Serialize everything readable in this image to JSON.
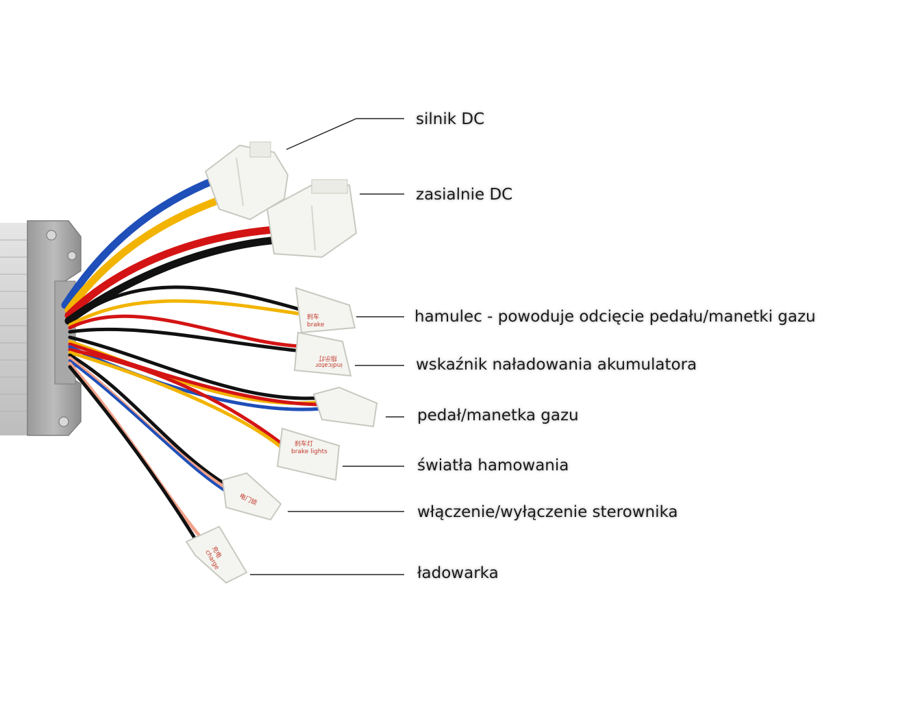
{
  "labels": {
    "motor": "silnik DC",
    "power": "zasialnie DC",
    "brake": "hamulec - powoduje odcięcie pedału/manetki gazu",
    "indicator": "wskaźnik naładowania akumulatora",
    "throttle": "pedał/manetka gazu",
    "brake_lights": "światła hamowania",
    "power_switch": "włączenie/wyłączenie sterownika",
    "charger": "ładowarka"
  },
  "connector_tags": {
    "brake": "brake",
    "brake_cn": "刹车",
    "indicator": "indicator",
    "indicator_cn": "指示灯",
    "brake_lights": "brake lights",
    "brake_lights_cn": "刹车灯",
    "power_switch_cn": "电门锁",
    "charge": "charge",
    "charge_cn": "充电"
  },
  "colors": {
    "housing": "#c7c7c7",
    "wire_blue": "#1f4fb8",
    "wire_yellow": "#f2b400",
    "wire_red": "#d41414",
    "wire_black": "#111111",
    "wire_pink": "#f2a28a",
    "connector": "#f4f4f0"
  }
}
